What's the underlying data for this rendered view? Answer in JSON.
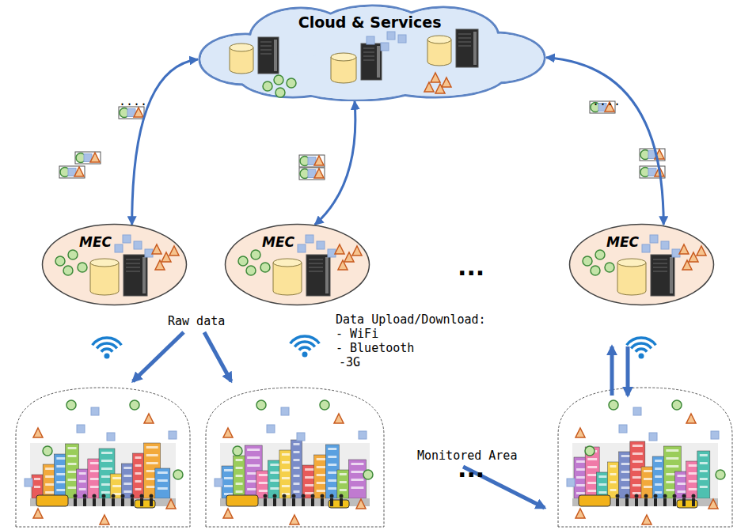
{
  "diagram": {
    "nodes": [
      {
        "text": [
          "Cloud & Services"
        ]
      },
      {
        "text": [
          "MEC"
        ]
      },
      {
        "text": [
          "MEC"
        ]
      },
      {
        "text": [
          "MEC"
        ]
      }
    ],
    "edges": [
      {
        "from": 0,
        "to": 1,
        "arrow": "both"
      },
      {
        "from": 0,
        "to": 2,
        "arrow": "both"
      },
      {
        "from": 0,
        "to": 3,
        "arrow": "both"
      }
    ],
    "labels": [
      "....",
      "....",
      "...",
      "Raw data",
      "Data Upload/Download:",
      "- WiFi",
      "- Bluetooth",
      "-3G",
      "Monitored Area",
      "..."
    ]
  }
}
